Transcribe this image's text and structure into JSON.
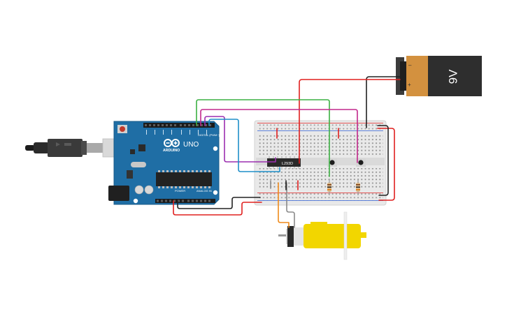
{
  "arduino": {
    "logo_text": "ARDUINO",
    "model": "UNO",
    "digital_label": "DIGITAL (PWM~)",
    "power_label": "POWER",
    "analog_label": "ANALOG IN",
    "board_color": "#1f6ea5"
  },
  "ic": {
    "label": "L293D"
  },
  "battery": {
    "label": "9V",
    "minus": "–",
    "plus": "+",
    "body_color": "#2e2e2e",
    "cap_color": "#d3913f"
  },
  "motor": {
    "body_color": "#f2d600"
  },
  "wire_colors": {
    "red": "#e0201f",
    "black": "#222222",
    "green": "#3cb043",
    "purple": "#9c2fb0",
    "magenta": "#c2288c",
    "blue": "#1f8fc9",
    "orange": "#ef8a1b",
    "gray": "#8a8a8a"
  }
}
